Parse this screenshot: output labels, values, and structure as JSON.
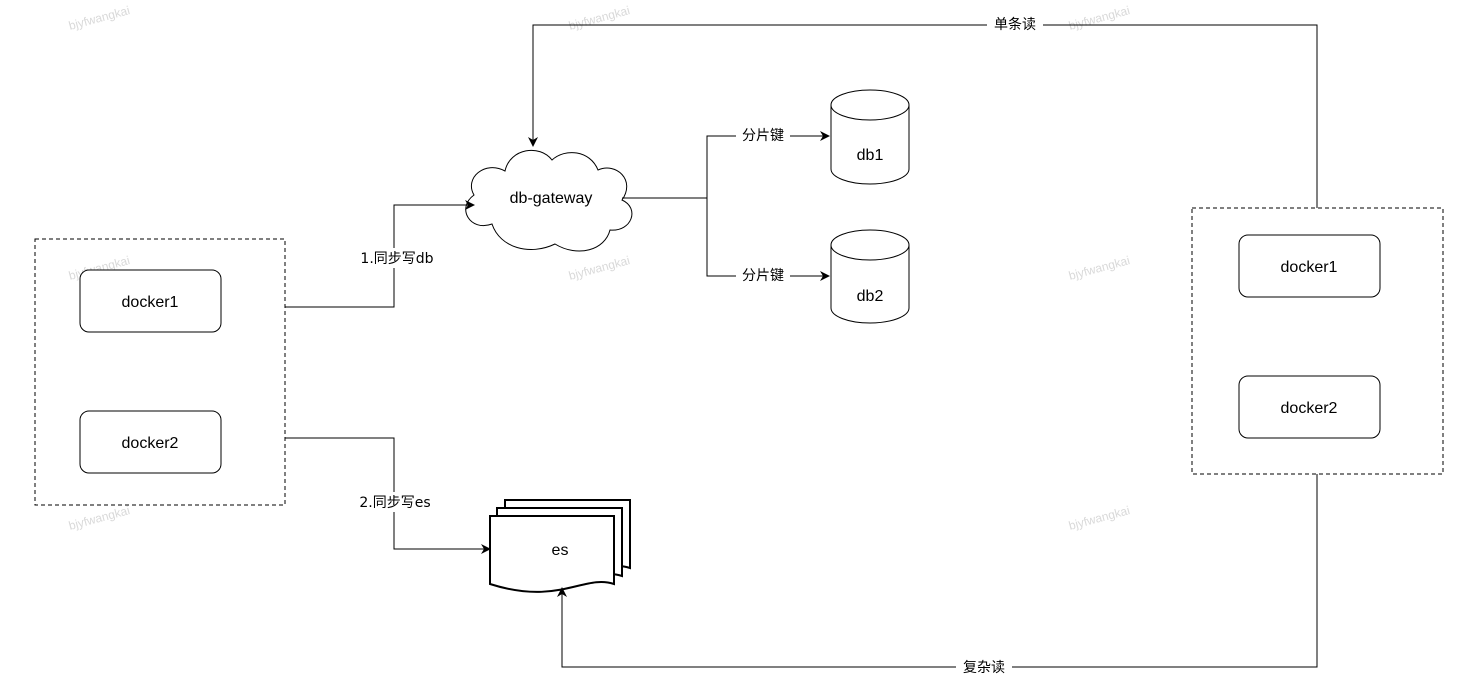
{
  "watermark": "bjyfwangkai",
  "nodes": {
    "left_docker1": "docker1",
    "left_docker2": "docker2",
    "gateway": "db-gateway",
    "db1": "db1",
    "db2": "db2",
    "es": "es",
    "right_docker1": "docker1",
    "right_docker2": "docker2"
  },
  "edges": {
    "write_db": "1.同步写db",
    "write_es": "2.同步写es",
    "shard_key_1": "分片键",
    "shard_key_2": "分片键",
    "single_read": "单条读",
    "complex_read": "复杂读"
  }
}
